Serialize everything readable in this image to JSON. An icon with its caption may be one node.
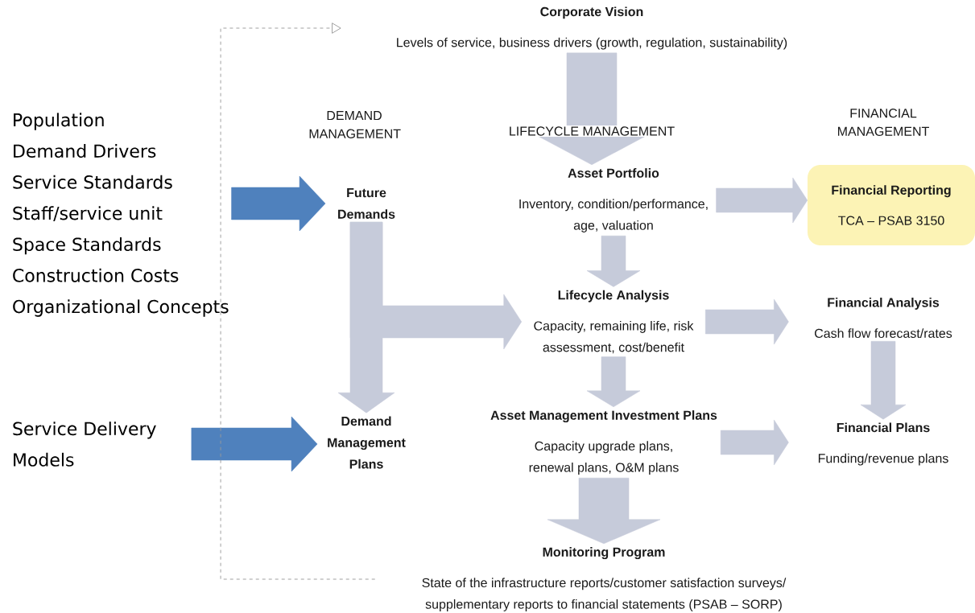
{
  "diagram": {
    "nodes": [
      {
        "text": [
          "Corporate Vision",
          "Levels of service, business drivers (growth, regulation, sustainability)"
        ]
      },
      {
        "text": [
          "Population",
          "Demand Drivers",
          "Service Standards",
          "Staff/service unit",
          "Space Standards",
          "Construction Costs",
          "Organizational Concepts"
        ]
      },
      {
        "text": [
          "Service Delivery Models"
        ]
      },
      {
        "text": [
          "Future Demands"
        ]
      },
      {
        "text": [
          "Demand Management Plans"
        ]
      },
      {
        "text": [
          "Asset Portfolio",
          "Inventory, condition/performance, age, valuation"
        ]
      },
      {
        "text": [
          "Lifecycle Analysis",
          "Capacity, remaining life, risk assessment, cost/benefit"
        ]
      },
      {
        "text": [
          "Asset Management Investment Plans",
          "Capacity upgrade plans, renewal plans, O&M plans"
        ]
      },
      {
        "text": [
          "Monitoring Program",
          "State of the infrastructure reports/customer satisfaction surveys/ supplementary reports to financial statements (PSAB – SORP)"
        ]
      },
      {
        "text": [
          "Financial Reporting",
          "TCA – PSAB 3150"
        ]
      },
      {
        "text": [
          "Financial Analysis",
          "Cash flow forecast/rates"
        ]
      },
      {
        "text": [
          "Financial Plans",
          "Funding/revenue plans"
        ]
      }
    ],
    "edges": [
      {
        "from": 0,
        "to": 5,
        "arrow": "to",
        "style": "thick"
      },
      {
        "from": 1,
        "to": 3,
        "arrow": "to",
        "color": "#4f81bd"
      },
      {
        "from": 2,
        "to": 4,
        "arrow": "to",
        "color": "#4f81bd"
      },
      {
        "from": 3,
        "to": 4,
        "arrow": "to"
      },
      {
        "from": 3,
        "to": 6,
        "arrow": "to"
      },
      {
        "from": 5,
        "to": 6,
        "arrow": "to"
      },
      {
        "from": 6,
        "to": 7,
        "arrow": "to"
      },
      {
        "from": 7,
        "to": 8,
        "arrow": "to",
        "style": "thick"
      },
      {
        "from": 5,
        "to": 9,
        "arrow": "to"
      },
      {
        "from": 6,
        "to": 10,
        "arrow": "to"
      },
      {
        "from": 7,
        "to": 11,
        "arrow": "to"
      },
      {
        "from": 10,
        "to": 11,
        "arrow": "to"
      },
      {
        "from": 8,
        "to": 0,
        "arrow": "to",
        "style": "dashed"
      }
    ],
    "labels": [
      "DEMAND MANAGEMENT",
      "LIFECYCLE MANAGEMENT",
      "FINANCIAL MANAGEMENT"
    ]
  }
}
